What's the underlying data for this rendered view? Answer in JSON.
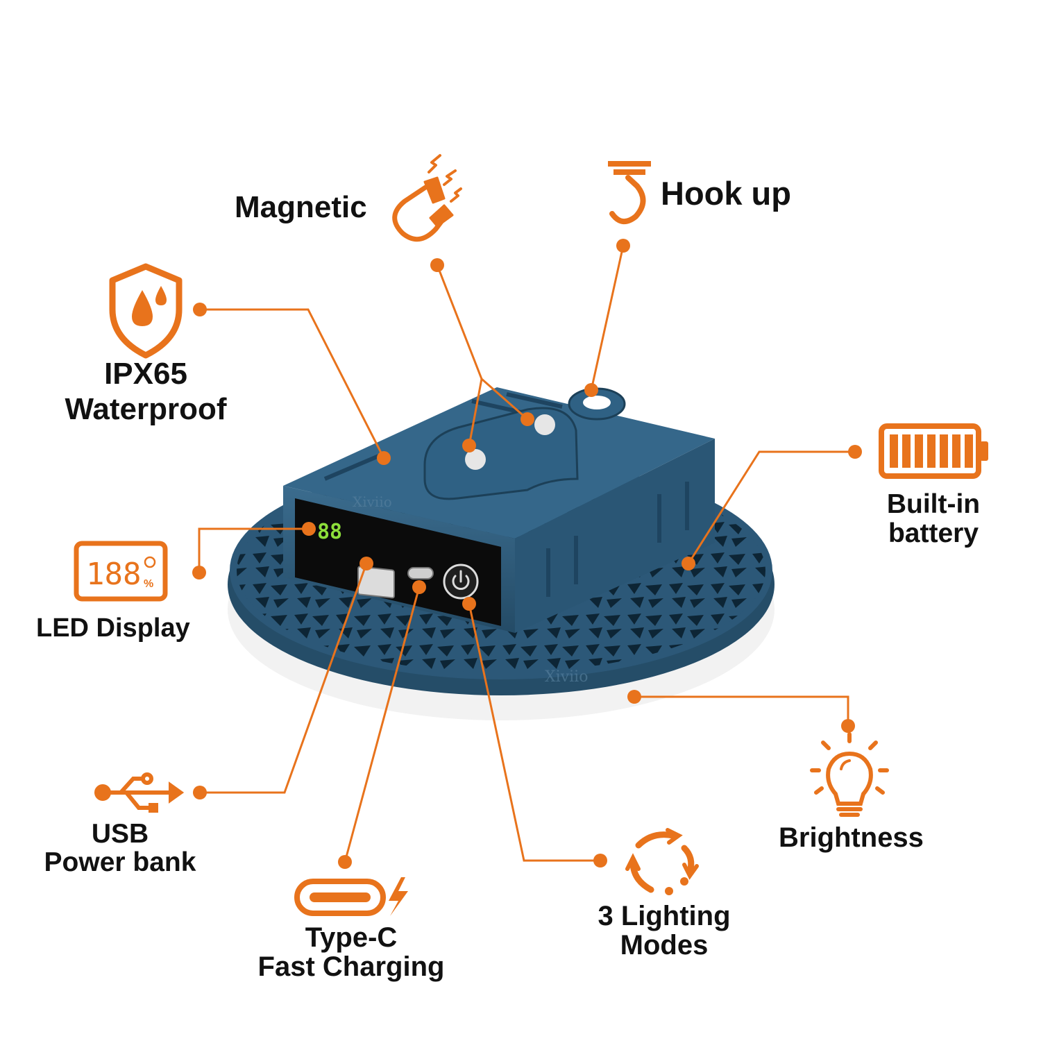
{
  "accent_color": "#e8731c",
  "product_color": "#2c5878",
  "brand_watermark": "Xiviio",
  "display_readout": "88",
  "features": {
    "magnetic": {
      "label": "Magnetic",
      "icon": "magnet-icon"
    },
    "hook": {
      "label": "Hook up",
      "icon": "hook-icon"
    },
    "waterproof": {
      "line1": "IPX65",
      "line2": "Waterproof",
      "icon": "water-shield-icon"
    },
    "battery": {
      "line1": "Built-in",
      "line2": "battery",
      "icon": "battery-icon"
    },
    "led_display": {
      "label": "LED Display",
      "icon": "led-display-icon",
      "icon_text": "188",
      "icon_unit": "%"
    },
    "usb": {
      "line1": "USB",
      "line2": "Power bank",
      "icon": "usb-icon"
    },
    "type_c": {
      "line1": "Type-C",
      "line2": "Fast Charging",
      "icon": "type-c-icon"
    },
    "lighting_modes": {
      "line1": "3 Lighting",
      "line2": "Modes",
      "icon": "cycle-icon"
    },
    "brightness": {
      "label": "Brightness",
      "icon": "lightbulb-icon"
    }
  }
}
